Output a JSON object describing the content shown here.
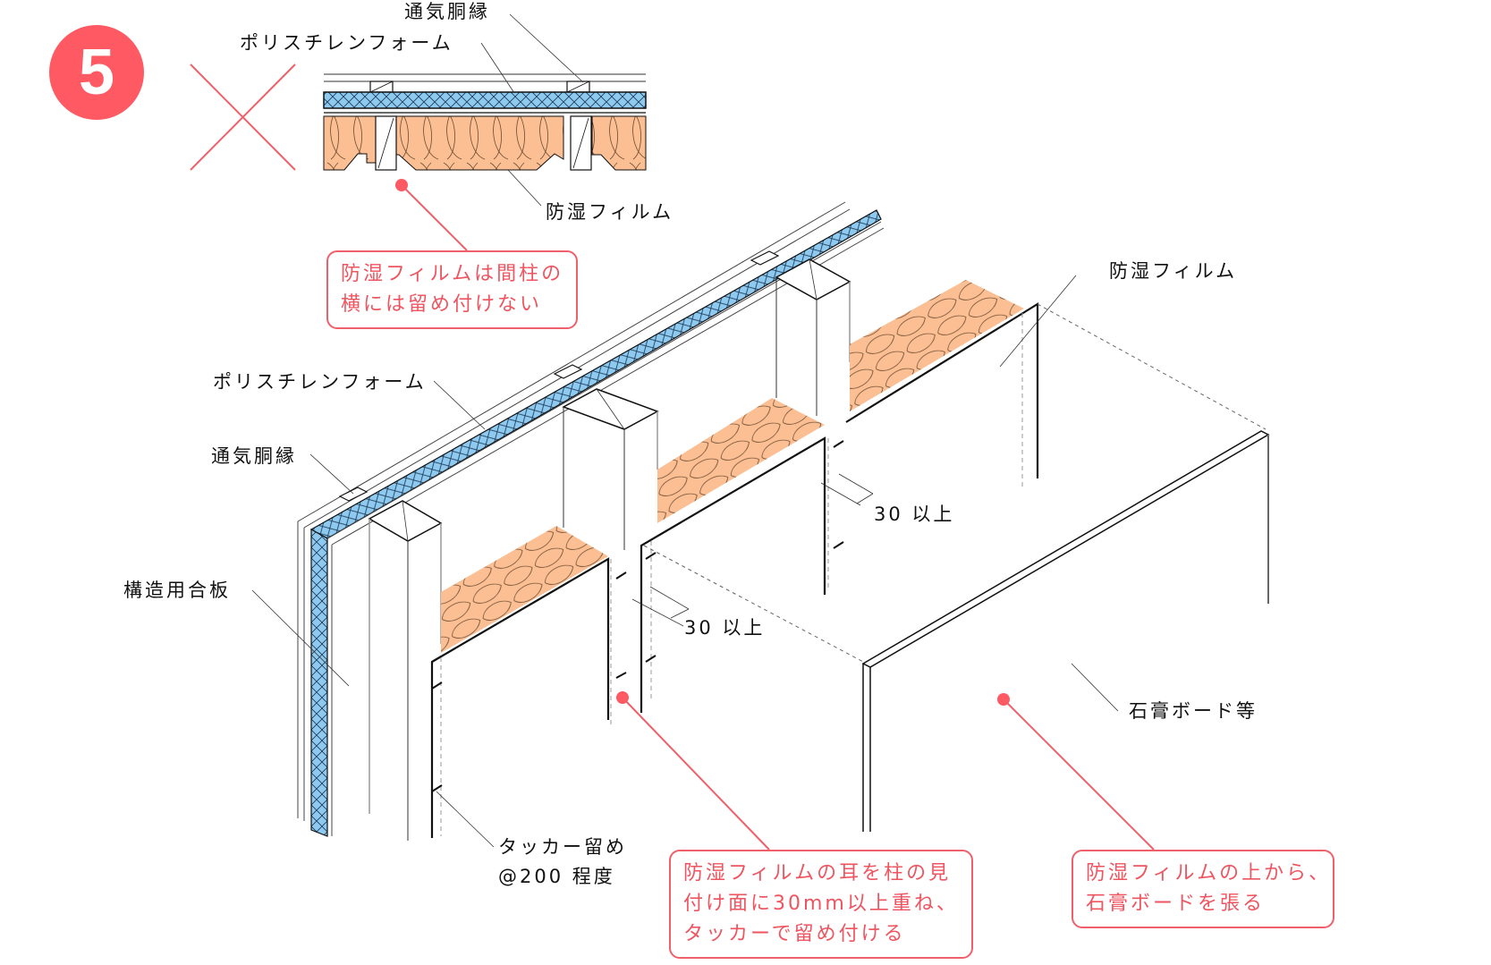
{
  "step_number": "5",
  "colors": {
    "accent": "#ff5a64",
    "note_text": "#ee5560",
    "insulation": "#fbbf93",
    "foam": "#8ec9f0",
    "line": "#111111"
  },
  "top_detail": {
    "status_mark": "cross-mark (incorrect example)",
    "labels": {
      "vent_furring": "通気胴縁",
      "polystyrene_foam": "ポリスチレンフォーム",
      "vapor_film": "防湿フィルム"
    },
    "note_lines": [
      "防湿フィルムは間柱の",
      "横には留め付けない"
    ]
  },
  "main_diagram": {
    "labels": {
      "polystyrene_foam": "ポリスチレンフォーム",
      "vent_furring": "通気胴縁",
      "structural_plywood": "構造用合板",
      "vapor_film": "防湿フィルム",
      "overlap_1": "30 以上",
      "overlap_2": "30 以上",
      "gypsum_board": "石膏ボード等",
      "tacker_line1": "タッカー留め",
      "tacker_line2": "@200 程度"
    },
    "note_overlap_lines": [
      "防湿フィルムの耳を柱の見",
      "付け面に30mm以上重ね、",
      "タッカーで留め付ける"
    ],
    "note_board_lines": [
      "防湿フィルムの上から、",
      "石膏ボードを張る"
    ]
  }
}
